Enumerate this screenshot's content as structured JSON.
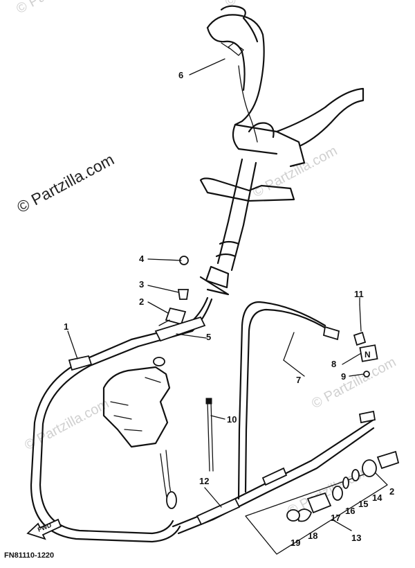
{
  "diagram": {
    "code": "FN81110-1220",
    "forward_label": "FWD",
    "watermarks": [
      "© Partzilla.com",
      "© Partzilla.com",
      "© Partzilla.com",
      "© Partzilla.com",
      "© Partzilla.com",
      "© Partzilla.com",
      "© Partzilla.com"
    ],
    "inset_letter": "N"
  },
  "callouts": [
    {
      "id": "c1",
      "label": "1"
    },
    {
      "id": "c2",
      "label": "2"
    },
    {
      "id": "c2b",
      "label": "2"
    },
    {
      "id": "c3",
      "label": "3"
    },
    {
      "id": "c4",
      "label": "4"
    },
    {
      "id": "c5",
      "label": "5"
    },
    {
      "id": "c6",
      "label": "6"
    },
    {
      "id": "c7",
      "label": "7"
    },
    {
      "id": "c8",
      "label": "8"
    },
    {
      "id": "c9",
      "label": "9"
    },
    {
      "id": "c10",
      "label": "10"
    },
    {
      "id": "c11",
      "label": "11"
    },
    {
      "id": "c12",
      "label": "12"
    },
    {
      "id": "c13",
      "label": "13"
    },
    {
      "id": "c14",
      "label": "14"
    },
    {
      "id": "c15",
      "label": "15"
    },
    {
      "id": "c16",
      "label": "16"
    },
    {
      "id": "c17",
      "label": "17"
    },
    {
      "id": "c18",
      "label": "18"
    },
    {
      "id": "c19",
      "label": "19"
    }
  ]
}
